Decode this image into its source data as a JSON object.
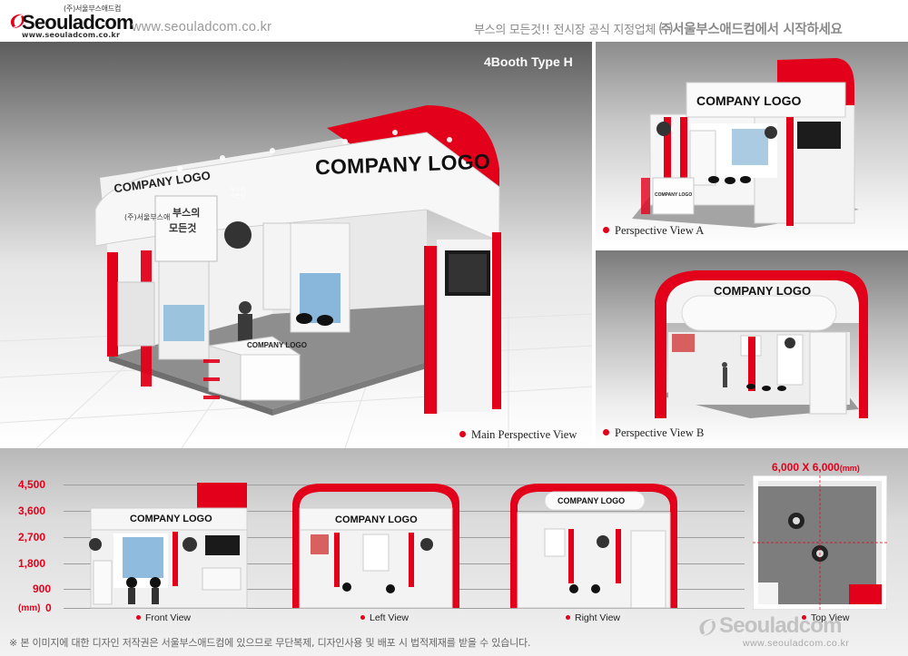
{
  "header": {
    "logo_small": "(주)서울부스애드컴",
    "logo_name": "Seouladcom",
    "logo_url": "www.seouladcom.co.kr",
    "site_url": "www.seouladcom.co.kr",
    "tagline": "부스의 모든것!! 전시장 공식 지정업체",
    "tagline_strong": "㈜서울부스애드컴에서 시작하세요"
  },
  "main_view": {
    "title": "4Booth Type H",
    "company_logo": "COMPANY LOGO",
    "counter_logo": "COMPANY LOGO",
    "panel_text_1": "부스의",
    "panel_text_2": "모든것",
    "side_text": "(주)서울부스애",
    "circle_text": "부스의 모든것",
    "caption": "Main Perspective View"
  },
  "perspective_a": {
    "company_logo": "COMPANY LOGO",
    "counter_logo": "COMPANY LOGO",
    "caption": "Perspective View A"
  },
  "perspective_b": {
    "company_logo": "COMPANY LOGO",
    "caption": "Perspective View B"
  },
  "elevations": {
    "dimension_labels": [
      "4,500",
      "3,600",
      "2,700",
      "1,800",
      "900",
      "0"
    ],
    "unit_label": "(mm)",
    "views": [
      {
        "name": "Front View",
        "logo": "COMPANY LOGO"
      },
      {
        "name": "Left View",
        "logo": "COMPANY LOGO"
      },
      {
        "name": "Right View",
        "logo": "COMPANY LOGO"
      },
      {
        "name": "Top View",
        "logo": ""
      }
    ],
    "size_text": "6,000 X 6,000",
    "size_unit": "(mm)"
  },
  "footer": {
    "copyright": "※ 본 이미지에 대한 디자인 저작권은 서울부스애드컴에 있으므로 무단복제, 디자인사용 및 배포 시 법적제재를 받을 수 있습니다.",
    "watermark_name": "Seouladcom",
    "watermark_url": "www.seouladcom.co.kr"
  },
  "colors": {
    "brand_red": "#e2001a",
    "panel_white": "#f7f7f7",
    "carpet": "#8a8a8a"
  }
}
